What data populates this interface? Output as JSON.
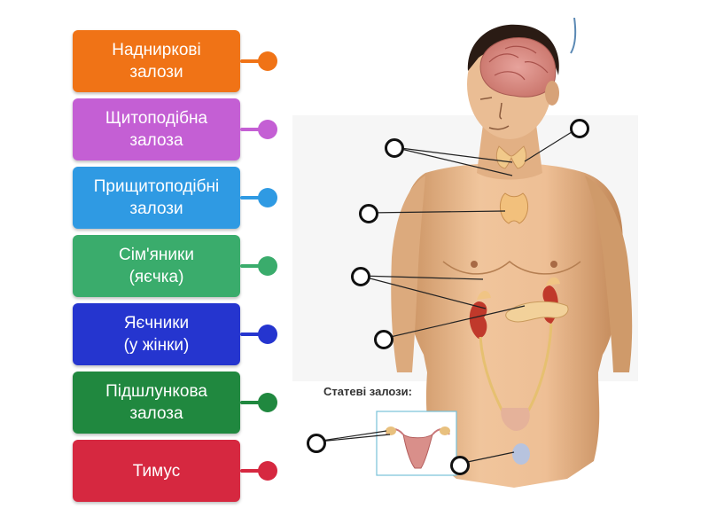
{
  "labels": [
    {
      "text": "Надниркові\nзалози",
      "color": "#f07316"
    },
    {
      "text": "Щитоподібна\nзалоза",
      "color": "#c45fd4"
    },
    {
      "text": "Прищитоподібні\nзалози",
      "color": "#2f9ae3"
    },
    {
      "text": "Сім'яники\n(яєчка)",
      "color": "#3aac6c"
    },
    {
      "text": "Яєчники\n(у жінки)",
      "color": "#2535cf"
    },
    {
      "text": "Підшлункова\nзалоза",
      "color": "#20883f"
    },
    {
      "text": "Тимус",
      "color": "#d62840"
    }
  ],
  "figure": {
    "caption": "Статеві залози:"
  },
  "colors": {
    "skin": "#e8b98f",
    "skin_shadow": "#d19a6c",
    "hair": "#2a1b14",
    "brain": "#d88b83",
    "gland_yellow": "#f1c98a",
    "kidney": "#c0392b",
    "marker_stroke": "#111111"
  }
}
